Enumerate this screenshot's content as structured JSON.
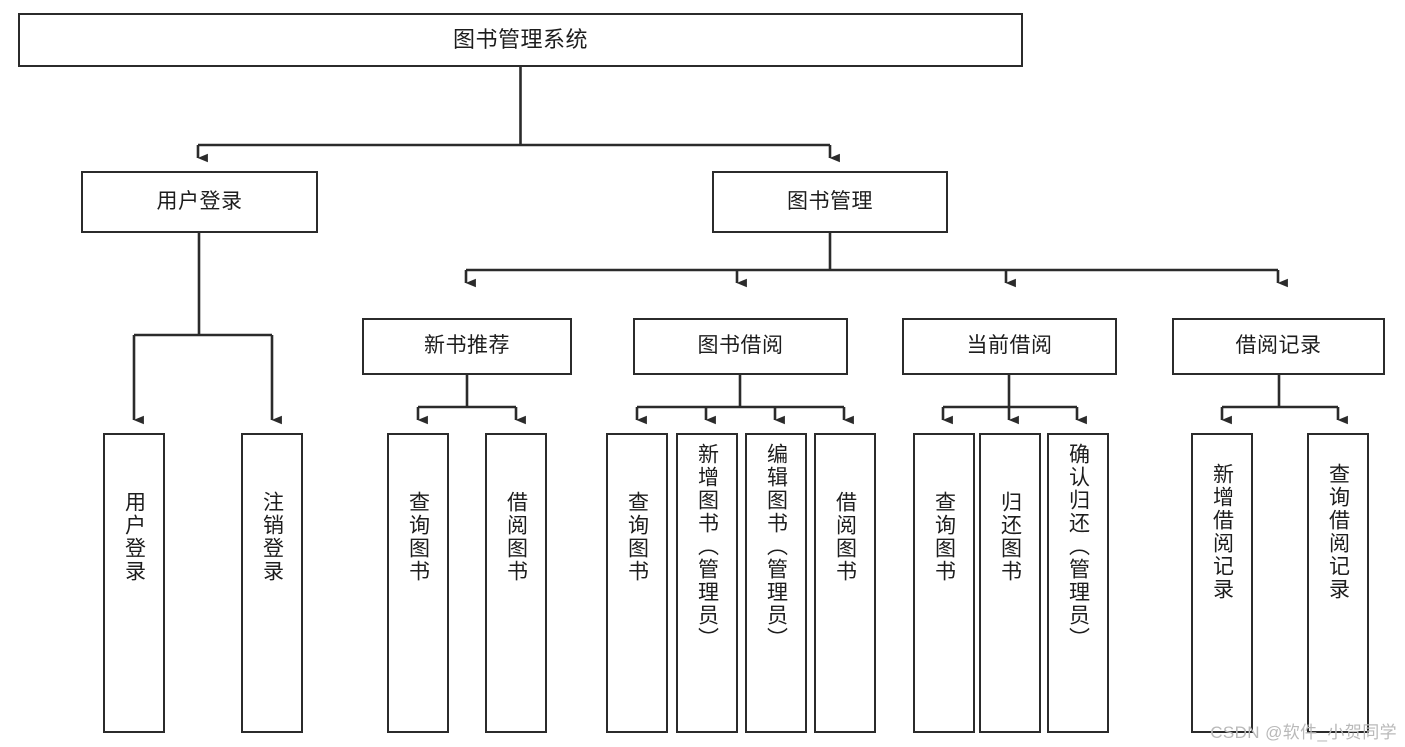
{
  "diagram": {
    "title": "图书管理系统",
    "watermark": "CSDN @软件_小贺同学",
    "line_color": "#2b2b2b",
    "box_fill": "#ffffff",
    "text_color": "#1d1d1d",
    "nodes": {
      "root": {
        "label": "图书管理系统"
      },
      "level1": [
        {
          "label": "用户登录"
        },
        {
          "label": "图书管理"
        }
      ],
      "level2": [
        {
          "label": "新书推荐"
        },
        {
          "label": "图书借阅"
        },
        {
          "label": "当前借阅"
        },
        {
          "label": "借阅记录"
        }
      ],
      "leaves": {
        "user_login": [
          {
            "label": "用户登录"
          },
          {
            "label": "注销登录"
          }
        ],
        "new_book": [
          {
            "label": "查询图书"
          },
          {
            "label": "借阅图书"
          }
        ],
        "book_borrow": [
          {
            "label": "查询图书"
          },
          {
            "label": "新增图书（管理员）"
          },
          {
            "label": "编辑图书（管理员）"
          },
          {
            "label": "借阅图书"
          }
        ],
        "current_borrow": [
          {
            "label": "查询图书"
          },
          {
            "label": "归还图书"
          },
          {
            "label": "确认归还（管理员）"
          }
        ],
        "borrow_record": [
          {
            "label": "新增借阅记录"
          },
          {
            "label": "查询借阅记录"
          }
        ]
      }
    }
  }
}
